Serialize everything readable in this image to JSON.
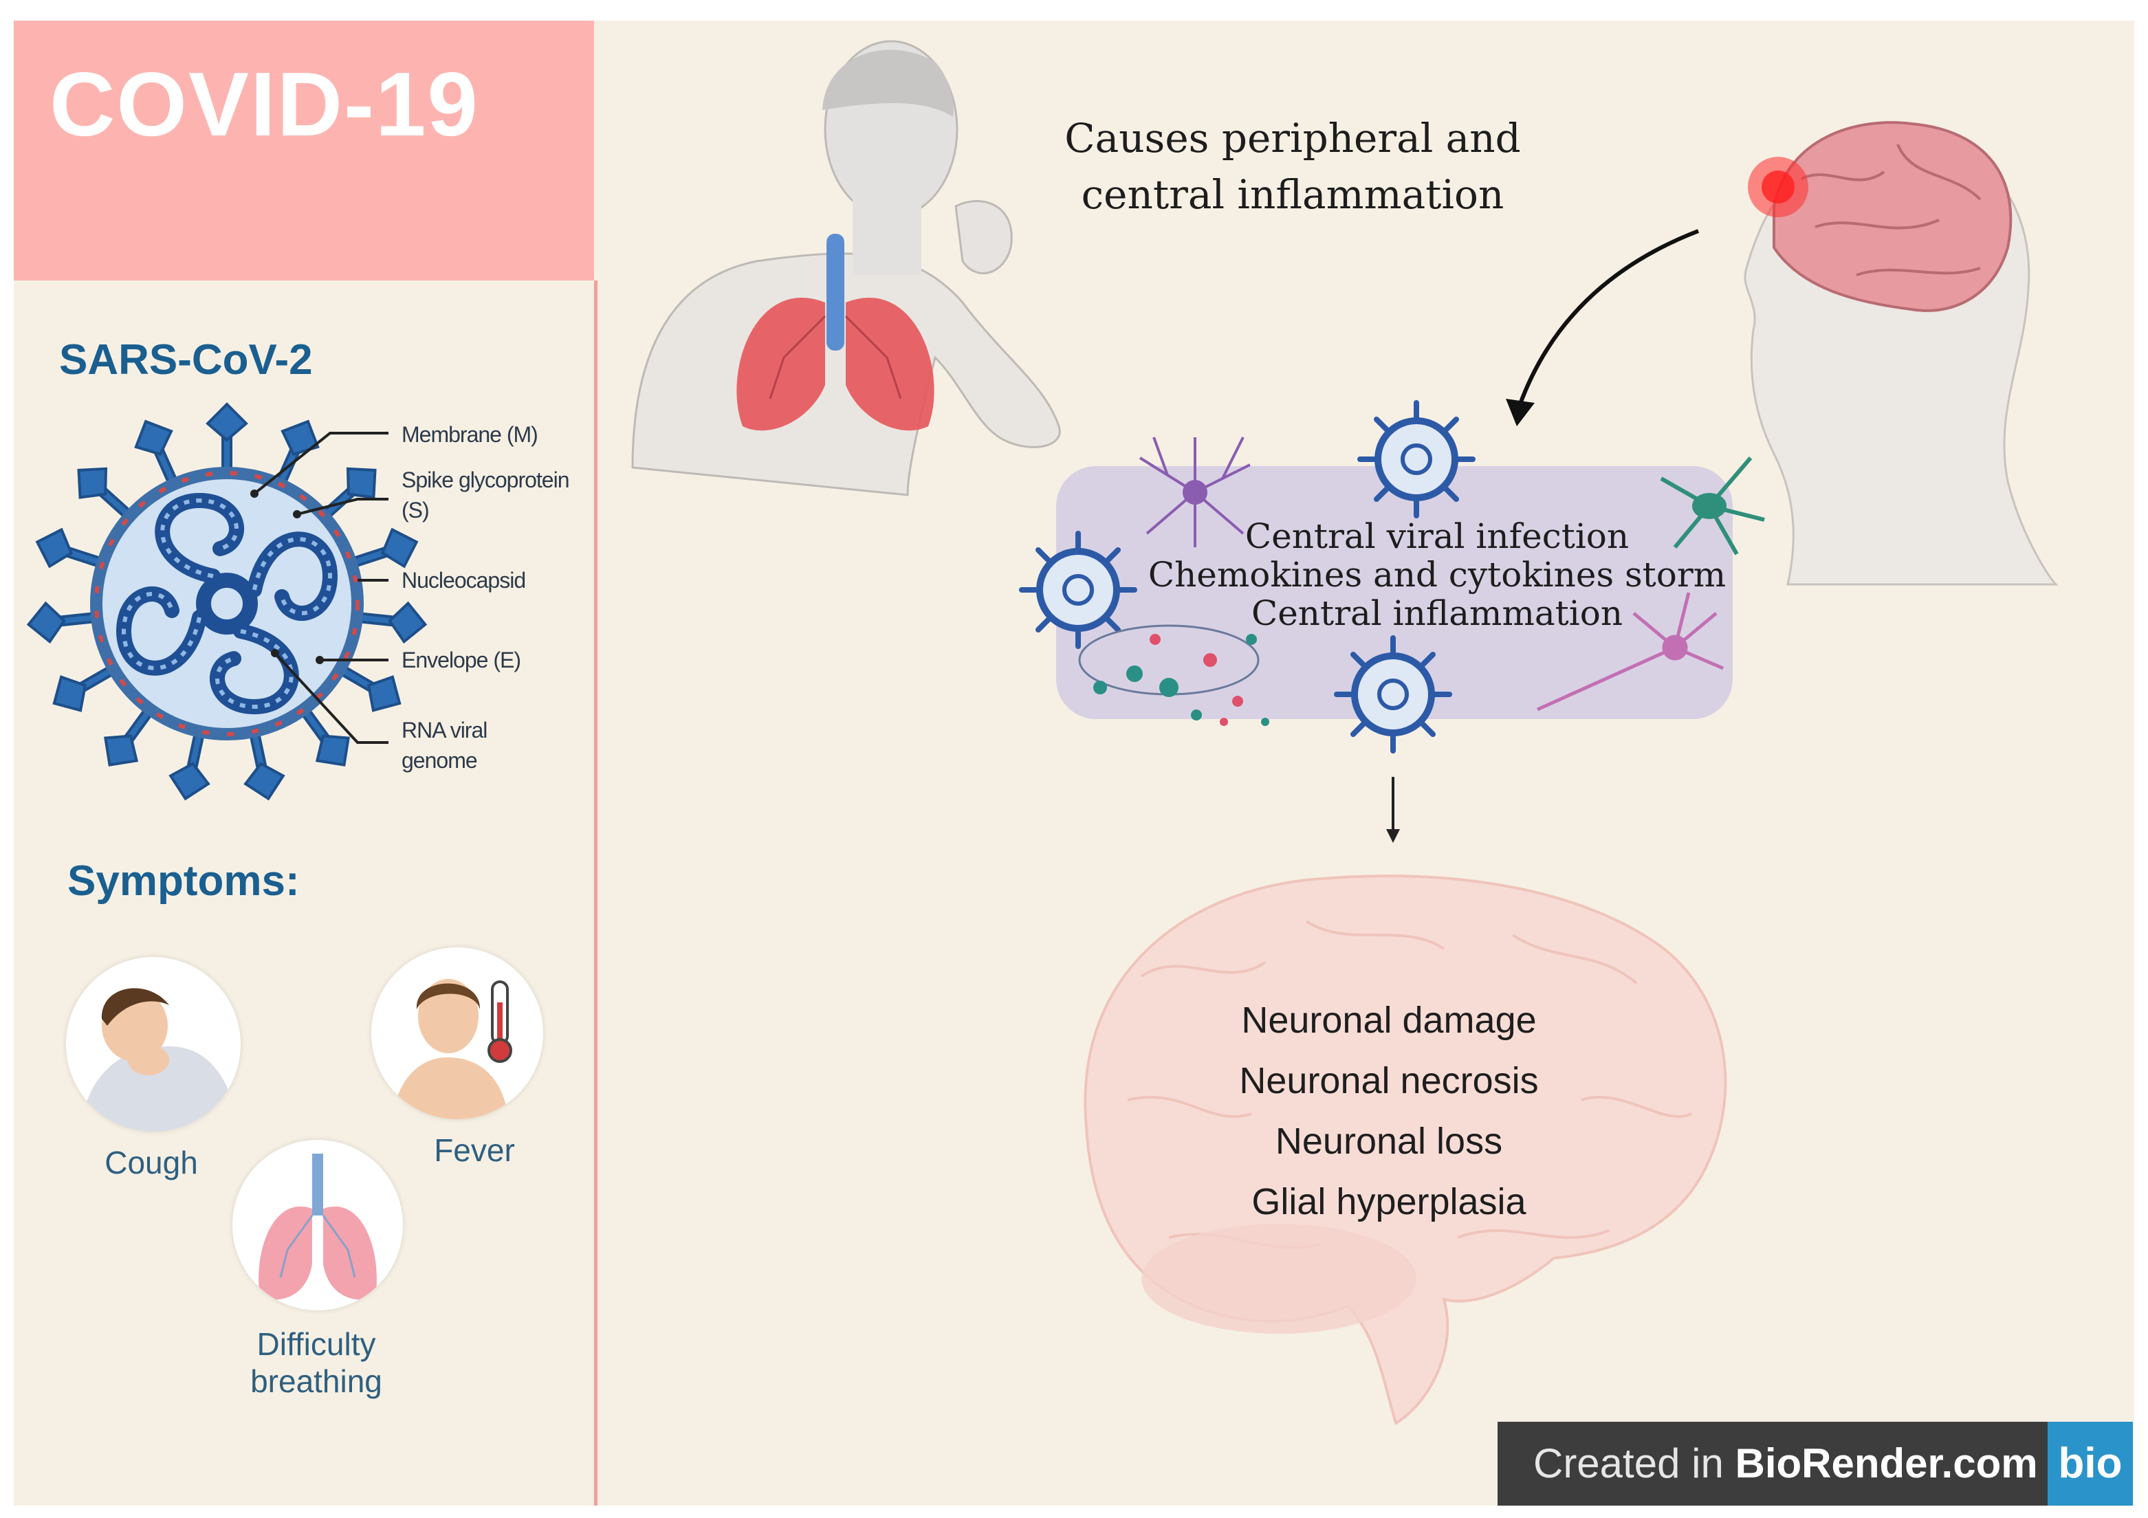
{
  "title": "COVID-19",
  "virus": {
    "heading": "SARS-CoV-2",
    "labels": {
      "membrane": "Membrane (M)",
      "spike": "Spike glycoprotein (S)",
      "nucleocapsid": "Nucleocapsid",
      "envelope": "Envelope (E)",
      "rna": "RNA viral genome"
    }
  },
  "symptoms": {
    "heading": "Symptoms:",
    "cough": "Cough",
    "fever": "Fever",
    "breathing": "Difficulty breathing"
  },
  "causes": "Causes peripheral and central inflammation",
  "central_box": {
    "line1": "Central viral infection",
    "line2": "Chemokines and cytokines storm",
    "line3": "Central inflammation"
  },
  "outcomes": [
    "Neuronal damage",
    "Neuronal necrosis",
    "Neuronal loss",
    "Glial hyperplasia"
  ],
  "badge": {
    "prefix": "Created in ",
    "brand": "BioRender.com",
    "logo": "bio"
  },
  "colors": {
    "title_bg": "#fdb4b0",
    "heading": "#1a5f90",
    "panel_bg": "#f6f0e4",
    "box_bg": "#d8d1e4"
  }
}
